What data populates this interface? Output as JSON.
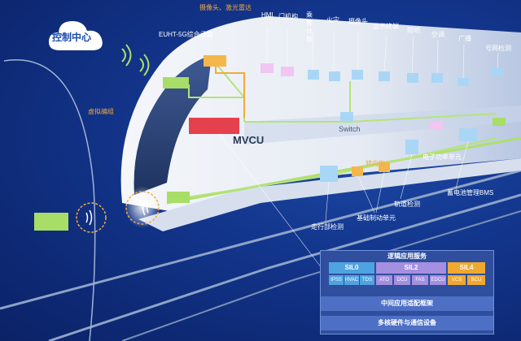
{
  "cloud": {
    "label": "控制中心"
  },
  "labels": {
    "euht": "EUHT-5G综合承载",
    "camera_lidar": "摄像头、激光雷达",
    "hmi": "HMI",
    "door": "门机构",
    "passenger_count": "乘客\n计数",
    "fire": "火灾",
    "camera": "摄像头",
    "display": "显示终端",
    "lighting": "照明",
    "ac": "空调",
    "broadcast": "广播",
    "signal_check": "号网检测",
    "virtual_coupling": "虚拟编组",
    "mvcu": "MVCU",
    "switch": "Switch",
    "bogie": "转向架",
    "e_power": "电子功率单元",
    "bms": "蓄电池管理BMS",
    "track_detect": "轨道检测",
    "brake": "基础制动单元",
    "running_detect": "走行部检测"
  },
  "arch": {
    "title": "逻辑应用服务",
    "sil": [
      {
        "label": "SIL0",
        "color": "#4fa3e0"
      },
      {
        "label": "SIL2",
        "color": "#a58fe0"
      },
      {
        "label": "SIL4",
        "color": "#f0a830"
      }
    ],
    "cells": [
      "IPSS",
      "HVAC",
      "TDS",
      "ATO",
      "DCU",
      "FAS",
      "EDCU",
      "VCS",
      "BCU"
    ],
    "middleware": "中间应用适配框架",
    "hardware": "多核硬件与通信设备"
  }
}
